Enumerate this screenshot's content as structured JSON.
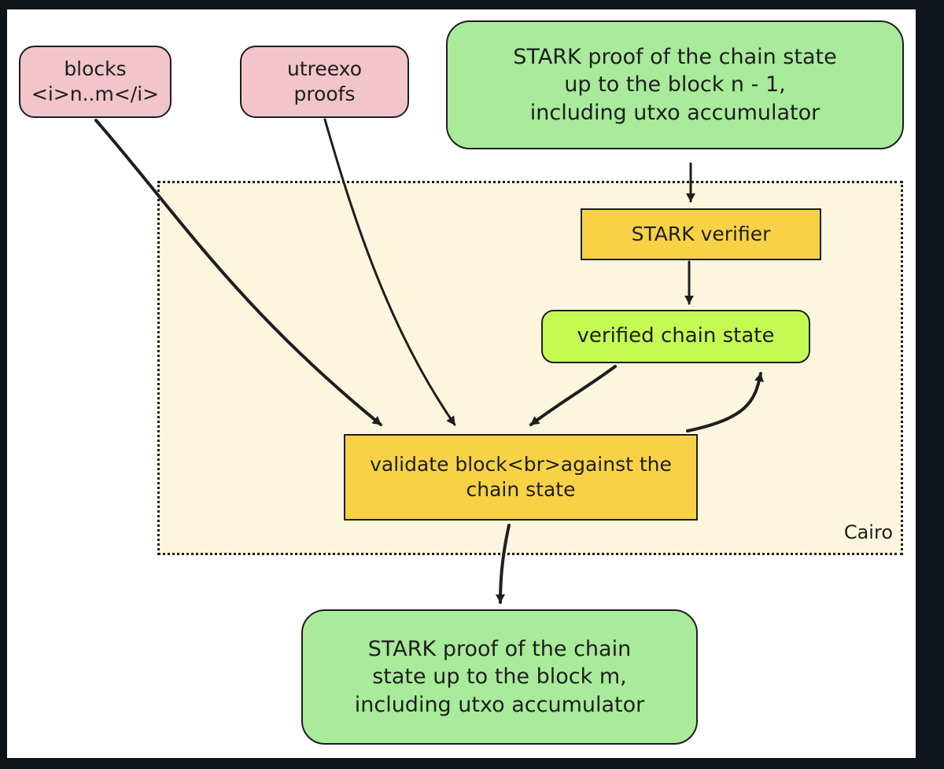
{
  "nodes": {
    "blocks": "blocks\n<i>n..m</i>",
    "utreexo": "utreexo\nproofs",
    "stark_input": "STARK proof of the chain state\nup to the block n - 1,\nincluding utxo accumulator",
    "stark_verifier": "STARK verifier",
    "verified_state": "verified chain state",
    "validate_block": "validate block<br>against the\nchain state",
    "stark_output": "STARK proof of the chain\nstate up to the block m,\nincluding utxo accumulator"
  },
  "region": {
    "label": "Cairo"
  },
  "colors": {
    "input_pink": "#f2c4cb",
    "proof_green": "#a8eb9a",
    "process_yellow": "#f8d246",
    "state_lime": "#c5fa52",
    "region_fill": "#fdf6df",
    "stroke": "#1e1e1e",
    "frame": "#0f141a"
  },
  "edges": [
    {
      "from": "blocks",
      "to": "validate_block"
    },
    {
      "from": "utreexo",
      "to": "validate_block"
    },
    {
      "from": "stark_input",
      "to": "stark_verifier"
    },
    {
      "from": "stark_verifier",
      "to": "verified_state"
    },
    {
      "from": "verified_state",
      "to": "validate_block"
    },
    {
      "from": "validate_block",
      "to": "verified_state"
    },
    {
      "from": "validate_block",
      "to": "stark_output"
    }
  ]
}
